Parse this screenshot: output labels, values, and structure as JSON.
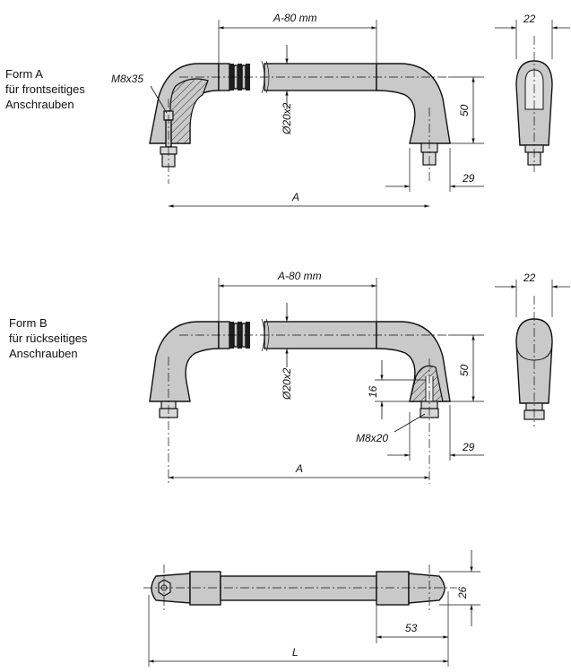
{
  "form_a": {
    "label_lines": [
      "Form A",
      "für frontseitiges",
      "Anschrauben"
    ],
    "dim_length_minus": "A-80 mm",
    "dim_diameter": "Ø20x2",
    "dim_height": "50",
    "dim_offset": "29",
    "dim_overall": "A",
    "dim_side_width": "22",
    "screw_callout": "M8x35"
  },
  "form_b": {
    "label_lines": [
      "Form B",
      "für rückseitiges",
      "Anschrauben"
    ],
    "dim_length_minus": "A-80 mm",
    "dim_diameter": "Ø20x2",
    "dim_height": "50",
    "dim_thread_depth": "16",
    "dim_offset": "29",
    "dim_overall": "A",
    "dim_side_width": "22",
    "screw_callout": "M8x20"
  },
  "top_view": {
    "dim_width": "26",
    "dim_end": "53",
    "dim_length": "L"
  }
}
